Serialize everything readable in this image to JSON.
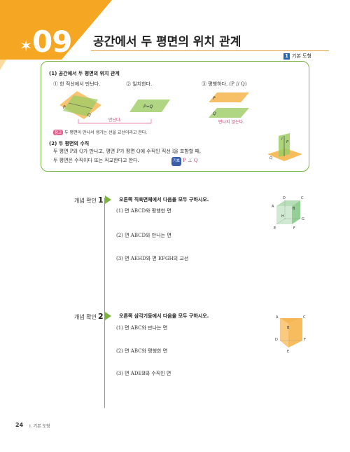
{
  "header": {
    "chapter_number": "09",
    "title": "공간에서 두 평면의 위치 관계",
    "badge_number": "1",
    "badge_text": "기본 도형"
  },
  "concept_box": {
    "section1": {
      "heading": "(1) 공간에서 두 평면의 위치 관계",
      "items": [
        "① 한 직선에서 만난다.",
        "② 일치한다.",
        "③ 평행하다. (P // Q)"
      ],
      "fig_label_meet": "만난다.",
      "fig_label_not_meet": "만나지 않는다.",
      "fig_P": "P",
      "fig_Q": "Q",
      "fig_PQ": "P=Q",
      "note_tag": "참고",
      "note": "두 평면이 만나서 생기는 선을 교선이라고 한다."
    },
    "section2": {
      "heading": "(2) 두 평면의 수직",
      "line1": "두 평면 P와 Q가 만나고, 평면 P가 평면 Q에 수직인 직선 l을 포함할 때,",
      "line2": "두 평면은 수직이다 또는 직교한다고 한다.",
      "symbol_tag": "기호",
      "symbol": "P ⊥ Q",
      "fig_P": "P",
      "fig_Q": "Q",
      "fig_l": "l"
    }
  },
  "problems": [
    {
      "label": "개념 확인",
      "number": "1",
      "prompt": "오른쪽 직육면체에서 다음을 모두 구하시오.",
      "questions": [
        "(1) 면 ABCD와 평행한 면",
        "(2) 면 ABCD와 만나는 면",
        "(3) 면 AEHD와 면 EFGH의 교선"
      ],
      "vertices": [
        "D",
        "C",
        "A",
        "B",
        "H",
        "G",
        "E",
        "F"
      ]
    },
    {
      "label": "개념 확인",
      "number": "2",
      "prompt": "오른쪽 삼각기둥에서 다음을 모두 구하시오.",
      "questions": [
        "(1) 면 ABC와 만나는 면",
        "(2) 면 ABC와 평행한 면",
        "(3) 면 ADEB와 수직인 면"
      ],
      "vertices": [
        "A",
        "C",
        "B",
        "D",
        "F",
        "E"
      ]
    }
  ],
  "footer": {
    "page_number": "24",
    "section": "I. 기본 도형"
  },
  "colors": {
    "accent_orange": "#f5a623",
    "accent_green": "#7cb342",
    "accent_blue": "#2a66b0",
    "plane_green": "#9ccc65",
    "plane_orange": "#f5b041"
  }
}
